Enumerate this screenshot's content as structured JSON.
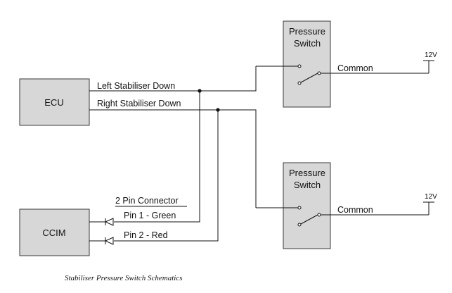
{
  "diagram": {
    "ecu_label": "ECU",
    "ccim_label": "CCIM",
    "switch_top": {
      "line1": "Pressure",
      "line2": "Switch",
      "common_label": "Common",
      "supply_label": "12V"
    },
    "switch_bottom": {
      "line1": "Pressure",
      "line2": "Switch",
      "common_label": "Common",
      "supply_label": "12V"
    },
    "wire_left": "Left Stabiliser Down",
    "wire_right": "Right Stabiliser Down",
    "connector_title": "2 Pin Connector",
    "pin1_label": "Pin 1 - Green",
    "pin2_label": "Pin 2 - Red",
    "caption": "Stabiliser Pressure Switch Schematics"
  },
  "colors": {
    "box_fill": "#d7d7d7",
    "line": "#111111",
    "background": "#ffffff"
  }
}
